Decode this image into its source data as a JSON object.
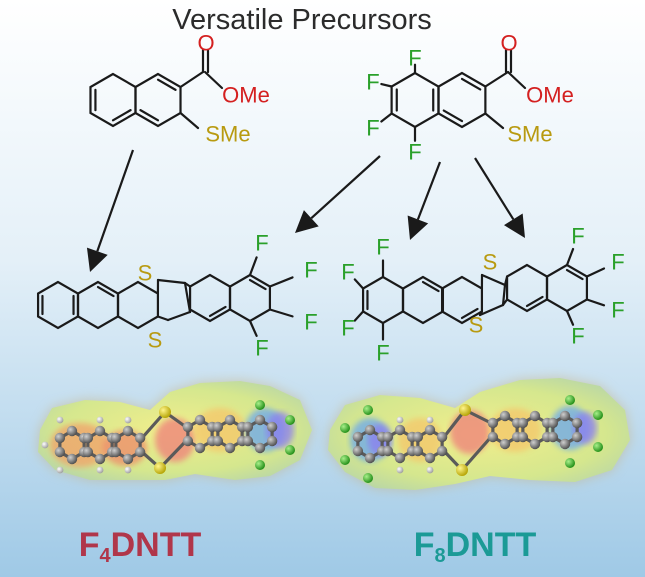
{
  "title": "Versatile Precursors",
  "atom_labels": {
    "oxygen": "O",
    "methoxy": "OMe",
    "thiomethyl": "SMe",
    "sulfur": "S",
    "fluorine": "F"
  },
  "products": {
    "left": {
      "prefix": "F",
      "subscript": "4",
      "suffix": "DNTT"
    },
    "right": {
      "prefix": "F",
      "subscript": "8",
      "suffix": "DNTT"
    }
  },
  "colors": {
    "oxygen": "#d42020",
    "sulfur": "#b89a10",
    "fluorine": "#2aa02a",
    "bond": "#1a1a1a",
    "f4_label": "#b0364a",
    "f8_label": "#1b9a96",
    "background_top": "#ffffff",
    "background_bottom": "#9fc9e6"
  }
}
